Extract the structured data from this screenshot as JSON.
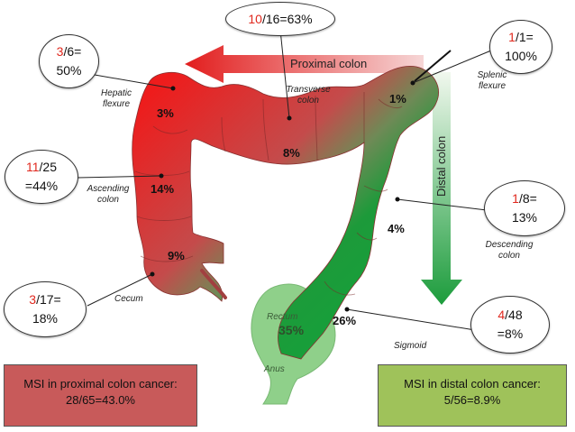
{
  "colors": {
    "proximal": "#e31e1e",
    "distal": "#1c9c3c",
    "rectum": "#8fd08a",
    "proximal_box": "#c85a5a",
    "distal_box": "#9fc25a",
    "number_highlight": "#e0281e"
  },
  "arrows": {
    "proximal": "Proximal colon",
    "distal": "Distal colon"
  },
  "segments": {
    "hepatic_flexure": "Hepatic flexure",
    "transverse_colon": "Transverse colon",
    "splenic_flexure": "Splenic flexure",
    "ascending_colon": "Ascending colon",
    "descending_colon": "Descending colon",
    "cecum": "Cecum",
    "sigmoid": "Sigmoid",
    "rectum": "Rectum",
    "anus": "Anus"
  },
  "percentages": {
    "hepatic": "3%",
    "splenic": "1%",
    "transverse": "8%",
    "ascending": "14%",
    "descending": "4%",
    "cecum": "9%",
    "sigmoid": "26%",
    "rectum": "35%"
  },
  "bubbles": {
    "transverse": {
      "num": "10",
      "rest1": "/16=63%",
      "rest2": ""
    },
    "hepatic": {
      "num": "3",
      "rest1": "/6=",
      "rest2": "50%"
    },
    "splenic": {
      "num": "1",
      "rest1": "/1=",
      "rest2": "100%"
    },
    "ascending": {
      "num": "11",
      "rest1": "/25",
      "rest2": "=44%"
    },
    "descending": {
      "num": "1",
      "rest1": "/8=",
      "rest2": "13%"
    },
    "cecum": {
      "num": "3",
      "rest1": "/17=",
      "rest2": "18%"
    },
    "sigmoid": {
      "num": "4",
      "rest1": "/48",
      "rest2": "=8%"
    }
  },
  "summary": {
    "proximal_line1": "MSI in proximal colon cancer:",
    "proximal_line2": "28/65=43.0%",
    "distal_line1": "MSI in distal colon cancer:",
    "distal_line2": "5/56=8.9%"
  }
}
